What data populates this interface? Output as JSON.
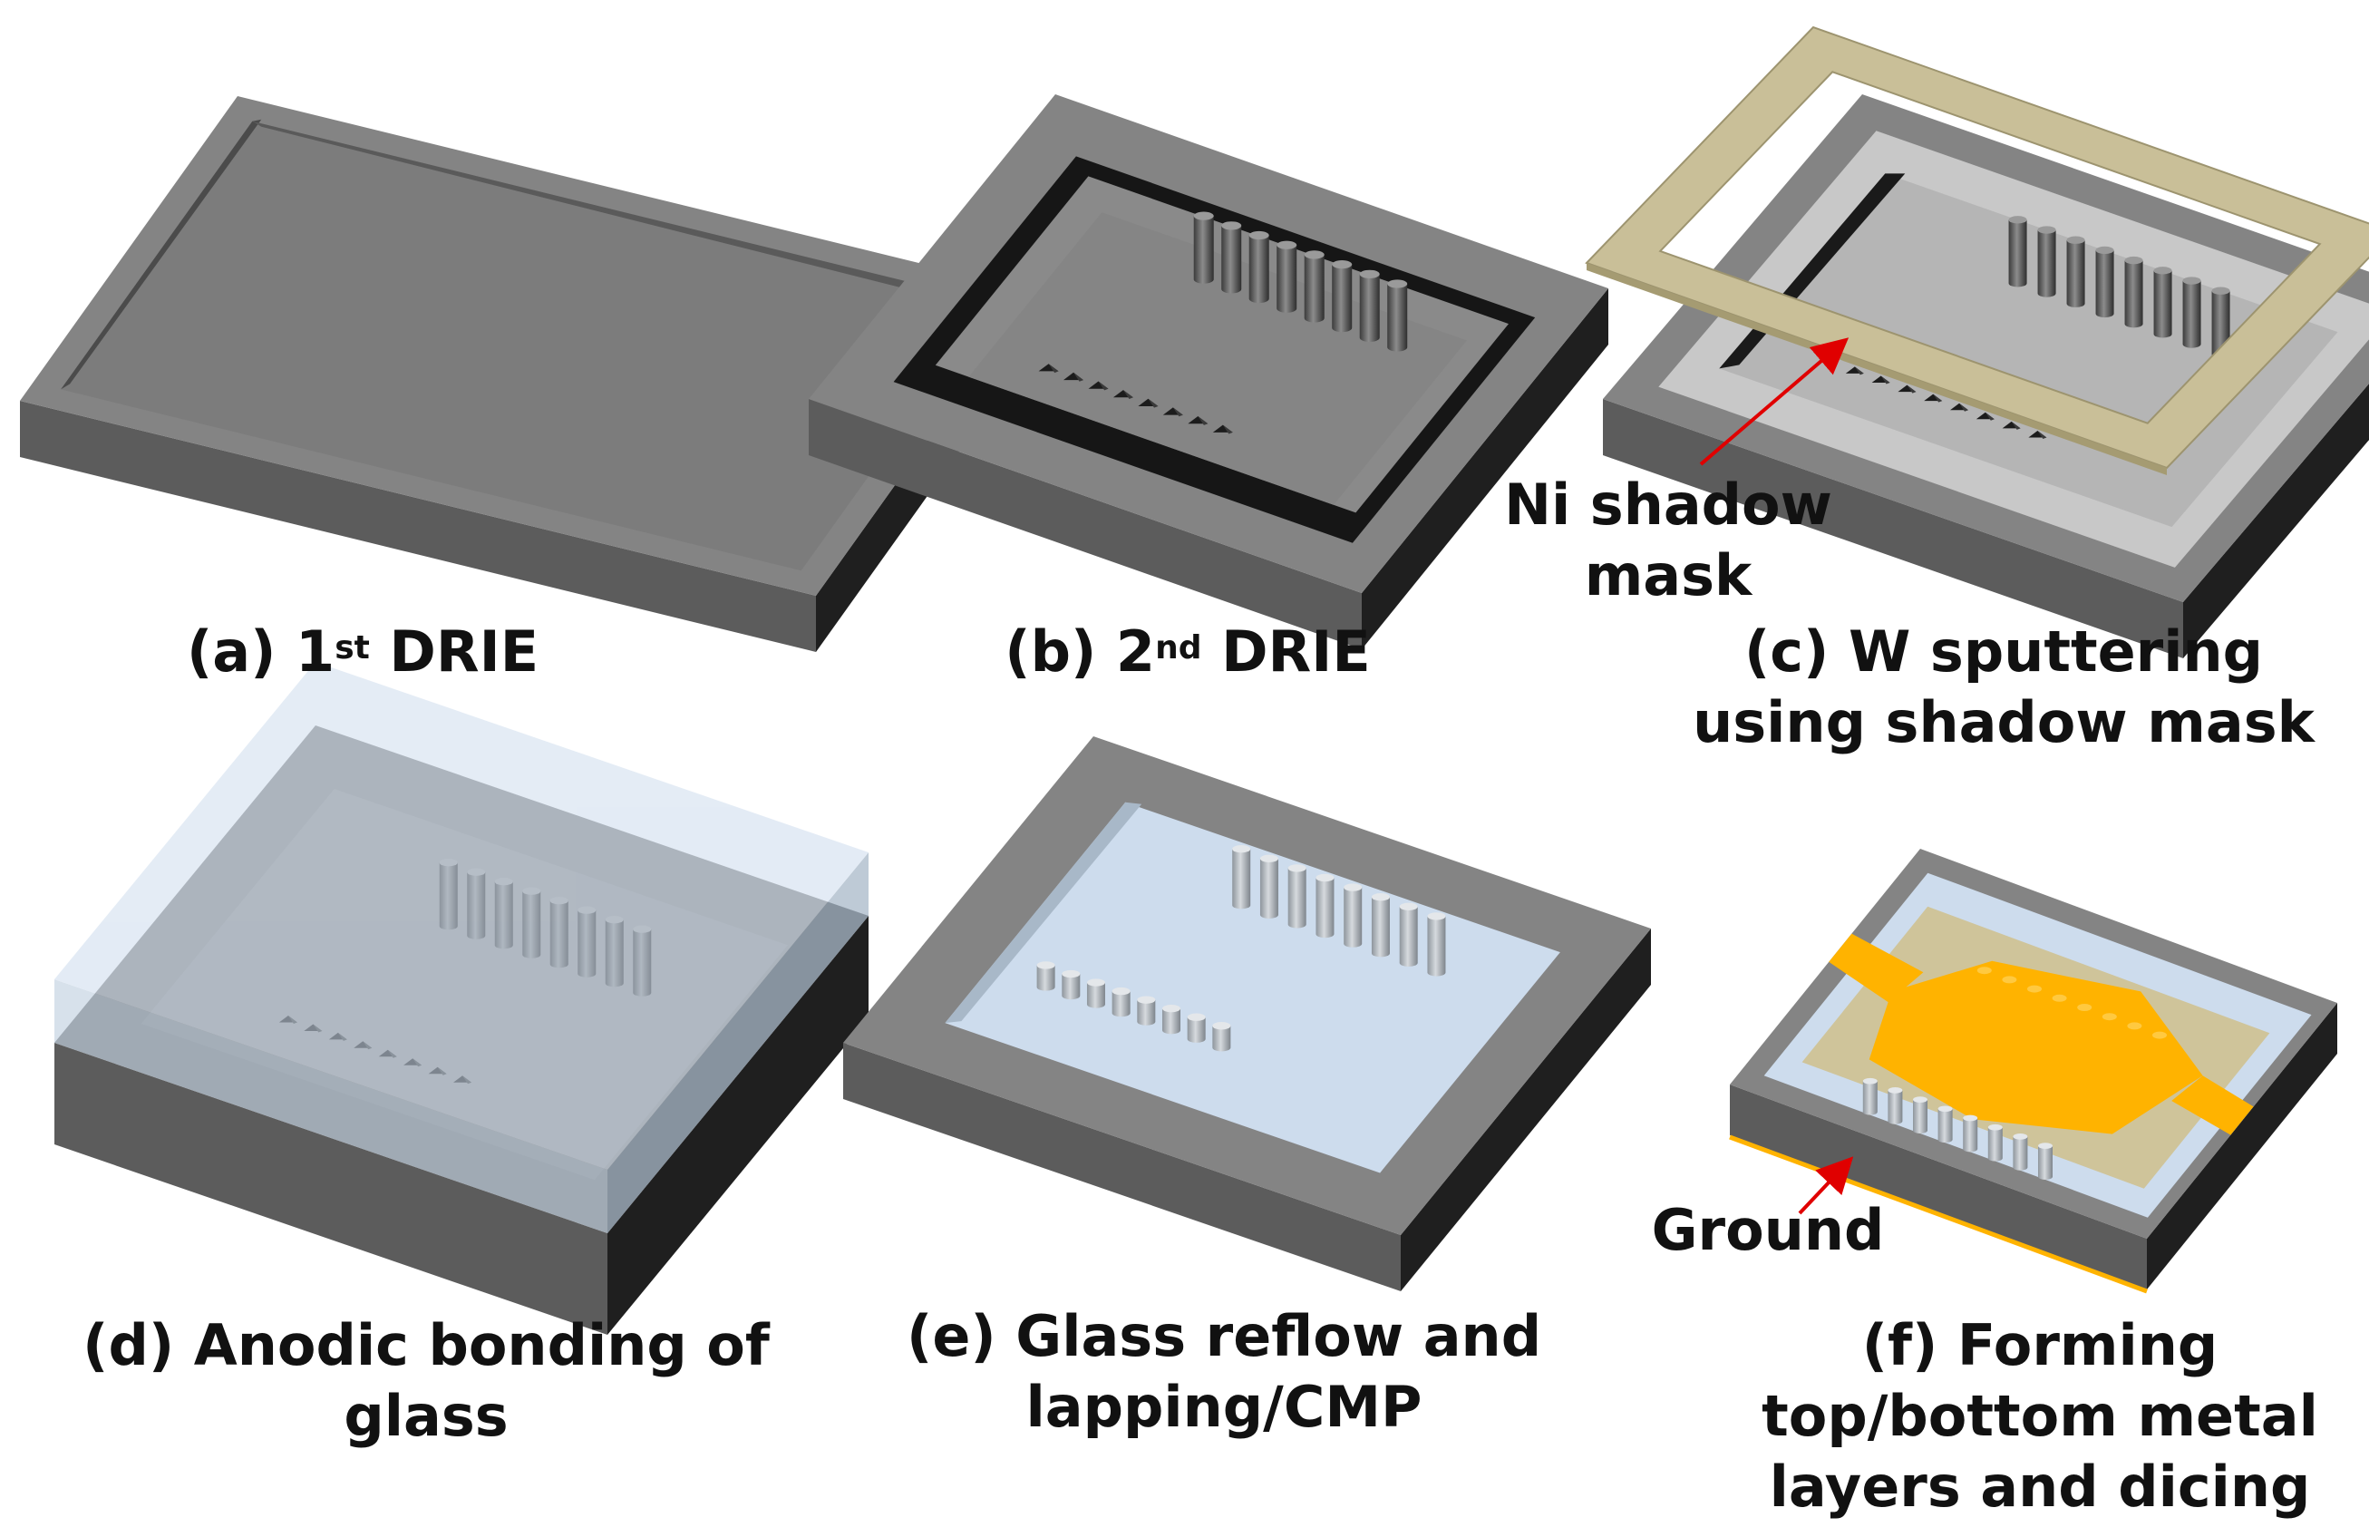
{
  "panels": {
    "a": {
      "prefix": "(a) 1",
      "sup": "st",
      "suffix": " DRIE"
    },
    "b": {
      "prefix": "(b) 2",
      "sup": "nd",
      "suffix": " DRIE"
    },
    "c": {
      "line1": "(c) W sputtering",
      "line2": "using shadow mask"
    },
    "d": {
      "line1": "(d) Anodic bonding of",
      "line2": "glass"
    },
    "e": {
      "line1": "(e) Glass reflow and",
      "line2": "lapping/CMP"
    },
    "f": {
      "line1": "(f) Forming",
      "line2": "top/bottom metal",
      "line3": "layers and dicing"
    }
  },
  "callouts": {
    "mask_line1": "Ni shadow",
    "mask_line2": "mask",
    "ground": "Ground"
  },
  "colors": {
    "silicon_top": "#848484",
    "silicon_front": "#5c5c5c",
    "silicon_side": "#1f1f1f",
    "cavity_floor": "#6e6e6e",
    "tungsten": "#c8c8c8",
    "ni_mask": "#c9bf98",
    "glass": "#cddced",
    "metal_gold": "#ffb300",
    "arrow_red": "#e00000"
  },
  "icons": [
    "red-arrow-icon"
  ]
}
